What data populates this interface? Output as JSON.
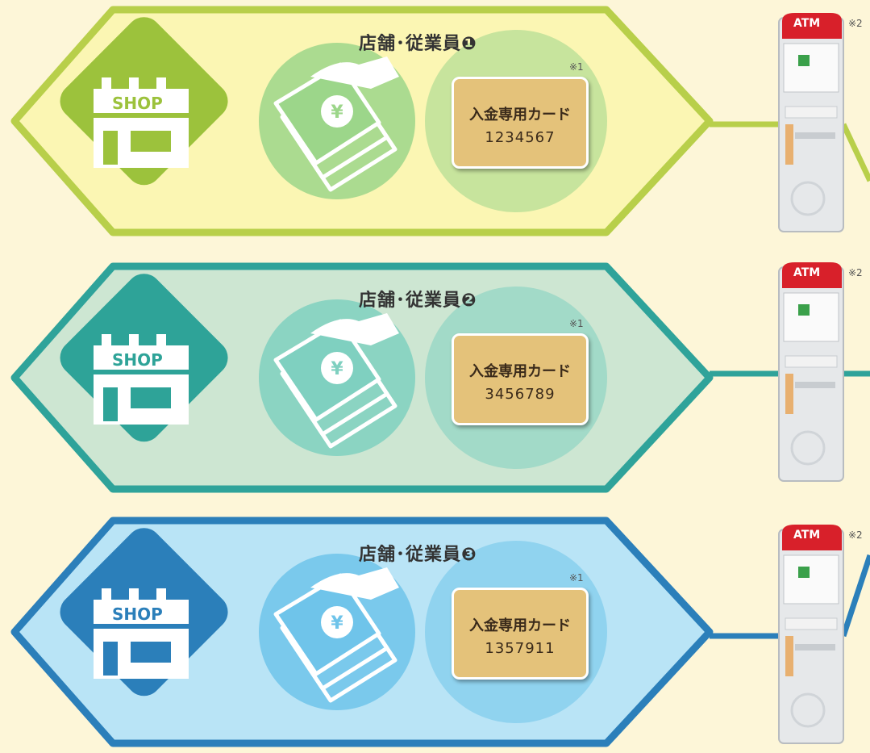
{
  "rows": [
    {
      "title": "店舗･従業員❶",
      "note1": "※1",
      "card_label": "入金専用カード",
      "card_number": "1234567",
      "shop_label": "SHOP",
      "atm_label": "ATM",
      "note2": "※2",
      "colors": {
        "band_fill": "#fbf6b3",
        "band_stroke": "#b8cf4a",
        "diamond": "#9cc23c",
        "circle": "#9cd68a",
        "circle_overlap": "#c4e19a",
        "shop_text": "#9cc23c"
      }
    },
    {
      "title": "店舗･従業員❷",
      "note1": "※1",
      "card_label": "入金専用カード",
      "card_number": "3456789",
      "shop_label": "SHOP",
      "atm_label": "ATM",
      "note2": "※2",
      "colors": {
        "band_fill": "#cde6d2",
        "band_stroke": "#2fa39a",
        "diamond": "#2ea398",
        "circle": "#7fd0c0",
        "circle_overlap": "#66c0ad",
        "shop_text": "#2ea398"
      }
    },
    {
      "title": "店舗･従業員❸",
      "note1": "※1",
      "card_label": "入金専用カード",
      "card_number": "1357911",
      "shop_label": "SHOP",
      "atm_label": "ATM",
      "note2": "※2",
      "colors": {
        "band_fill": "#b9e4f6",
        "band_stroke": "#2b7fba",
        "diamond": "#2b7fba",
        "circle": "#6fc4ea",
        "circle_overlap": "#5aa9da",
        "shop_text": "#2b7fba"
      }
    }
  ],
  "icons": [
    "shop-icon",
    "money-hand-icon",
    "yen-icon",
    "atm-icon"
  ]
}
